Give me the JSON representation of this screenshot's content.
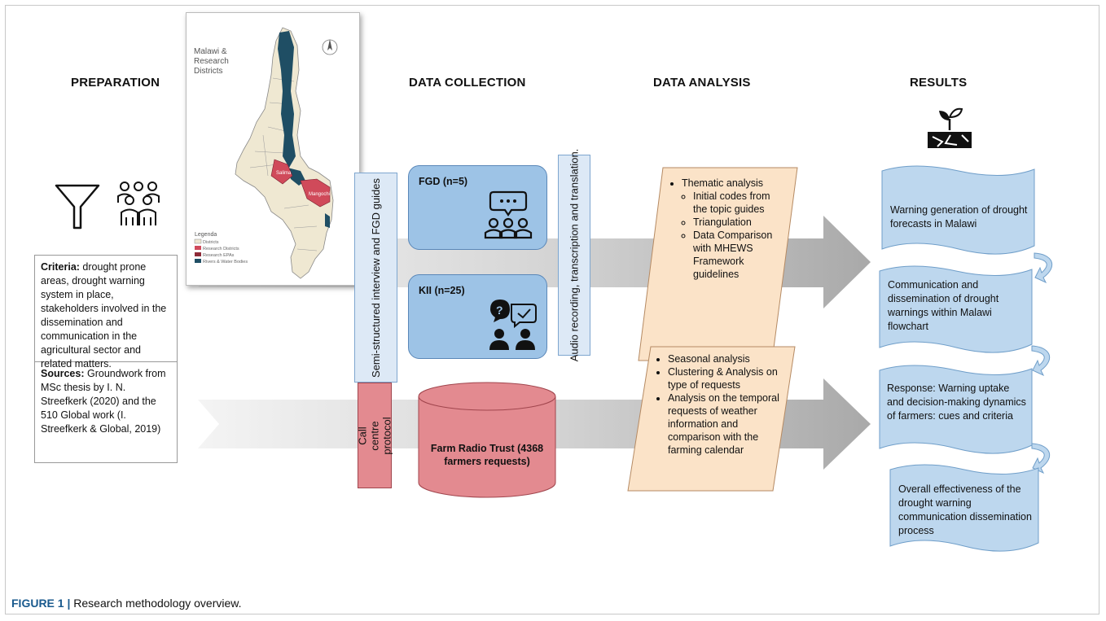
{
  "headers": {
    "preparation": "PREPARATION",
    "data_collection": "DATA COLLECTION",
    "data_analysis": "DATA ANALYSIS",
    "results": "RESULTS"
  },
  "map": {
    "title": "Malawi & Research Districts",
    "north": "N",
    "legend_title": "Legenda",
    "legend_items": [
      "Districts",
      "Research Districts",
      "Research EPAs",
      "Rivers & Water Bodies"
    ],
    "place_labels": [
      "Salima",
      "Mangochi"
    ]
  },
  "preparation": {
    "criteria_label": "Criteria:",
    "criteria_text": "drought prone areas, drought warning system in place, stakeholders involved in the dissemination and communication in the agricultural sector and related matters.",
    "sources_label": "Sources:",
    "sources_text": "Groundwork from MSc thesis by I. N. Streefkerk (2020) and the 510 Global work (I. Streefkerk & Global, 2019)"
  },
  "collection": {
    "guides_label": "Semi-structured interview and FGD guides",
    "fgd_label": "FGD (n=5)",
    "kii_label": "KII (n=25)",
    "audio_label": "Audio recording, transcription and translation.",
    "call_centre_label": "Call centre protocol",
    "frt_label": "Farm Radio Trust (4368 farmers requests)"
  },
  "analysis": {
    "top": {
      "main": "Thematic analysis",
      "sub": [
        "Initial codes from the topic guides",
        "Triangulation",
        "Data Comparison with MHEWS Framework guidelines"
      ]
    },
    "bottom": [
      "Seasonal analysis",
      "Clustering & Analysis on type of requests",
      "Analysis on the temporal requests of weather information and comparison with the farming calendar"
    ]
  },
  "results": [
    "Warning generation of drought forecasts in Malawi",
    "Communication and dissemination of drought warnings within Malawi flowchart",
    "Response: Warning uptake and decision-making dynamics of farmers: cues and criteria",
    "Overall effectiveness of the drought warning communication dissemination process"
  ],
  "caption": {
    "label": "FIGURE 1 |",
    "text": "Research methodology overview."
  },
  "colors": {
    "blue_box": "#9dc3e6",
    "blue_result": "#bdd7ee",
    "pink": "#e38a90",
    "peach": "#fbe3c8",
    "arrow_gray": "#bcbcbc",
    "map_blue": "#1f4e64",
    "map_beige": "#efe8d2",
    "map_red": "#d04a5a"
  }
}
